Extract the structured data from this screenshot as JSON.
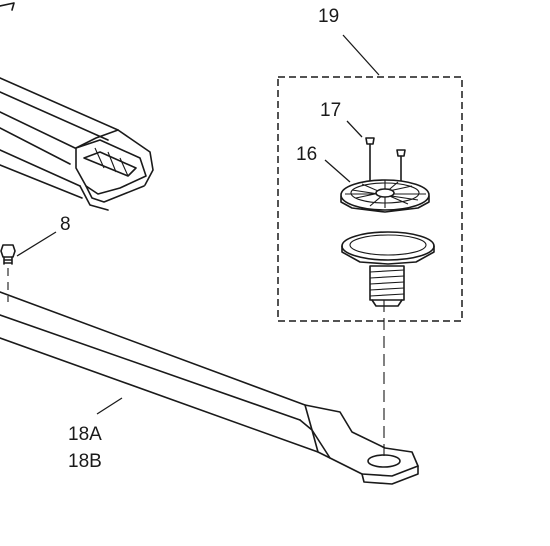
{
  "callouts": {
    "assembly": "19",
    "screw": "17",
    "cap": "16",
    "bolt": "8",
    "bar_a": "18A",
    "bar_b": "18B"
  }
}
